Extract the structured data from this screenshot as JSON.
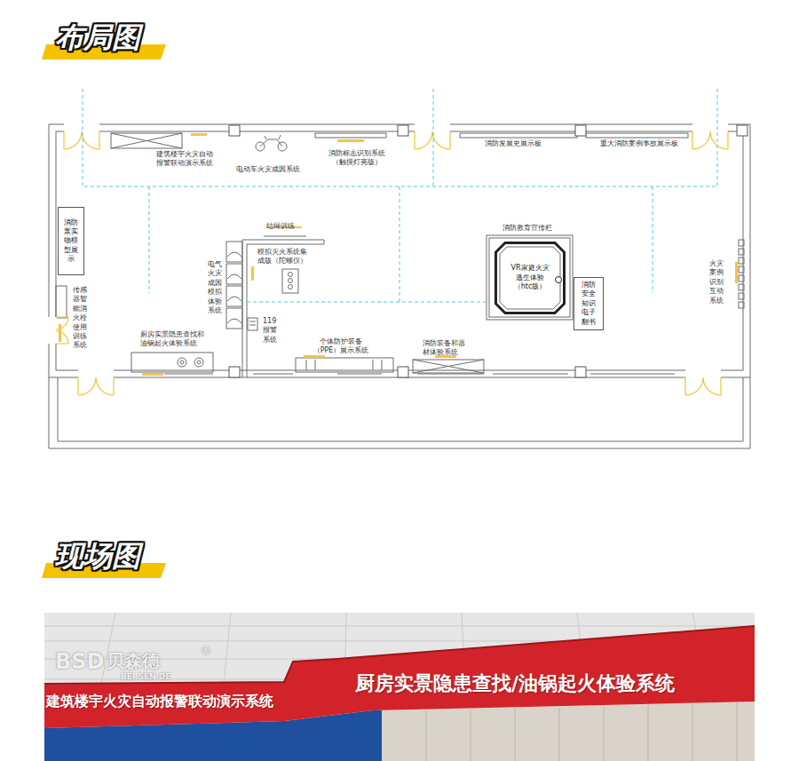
{
  "diagram": {
    "nodes": [
      {
        "text": [
          "消防泵实物模型展示"
        ]
      },
      {
        "text": [
          "VR家庭火灾逃生体验（htc版）"
        ]
      },
      {
        "text": [
          "消防安全知识电子翻书"
        ]
      },
      {
        "text": [
          "建筑楼宇火灾自动报警联动演示系统",
          "厨房实景隐患查找/油锅起火体验系统"
        ]
      }
    ],
    "labels": [
      "布局图",
      "建筑楼宇火灾自动报警联动演示系统",
      "电动车火灾成因系统",
      "消防标志识别系统 （触摸灯亮版）",
      "消防发展史展示板",
      "重大消防案例事故展示板",
      "结绳训练",
      "模拟灭火系统集成版（陀螺仪）",
      "电气火灾成因模拟体验系统",
      "传感器智能消火栓使用训练系统",
      "厨房实景隐患查找和油锅起火体验系统",
      "119 报警系统",
      "个体防护装备 （PPE）展示系统",
      "消防装备和器材体验系统",
      "消防教育宣传栏",
      "火灾案例识别互动系统",
      "现场图",
      "BSD",
      "贝森德",
      "®",
      "BEI SEN DE",
      "BSD",
      "贝森德",
      "®",
      "BEI SEN DE"
    ]
  }
}
